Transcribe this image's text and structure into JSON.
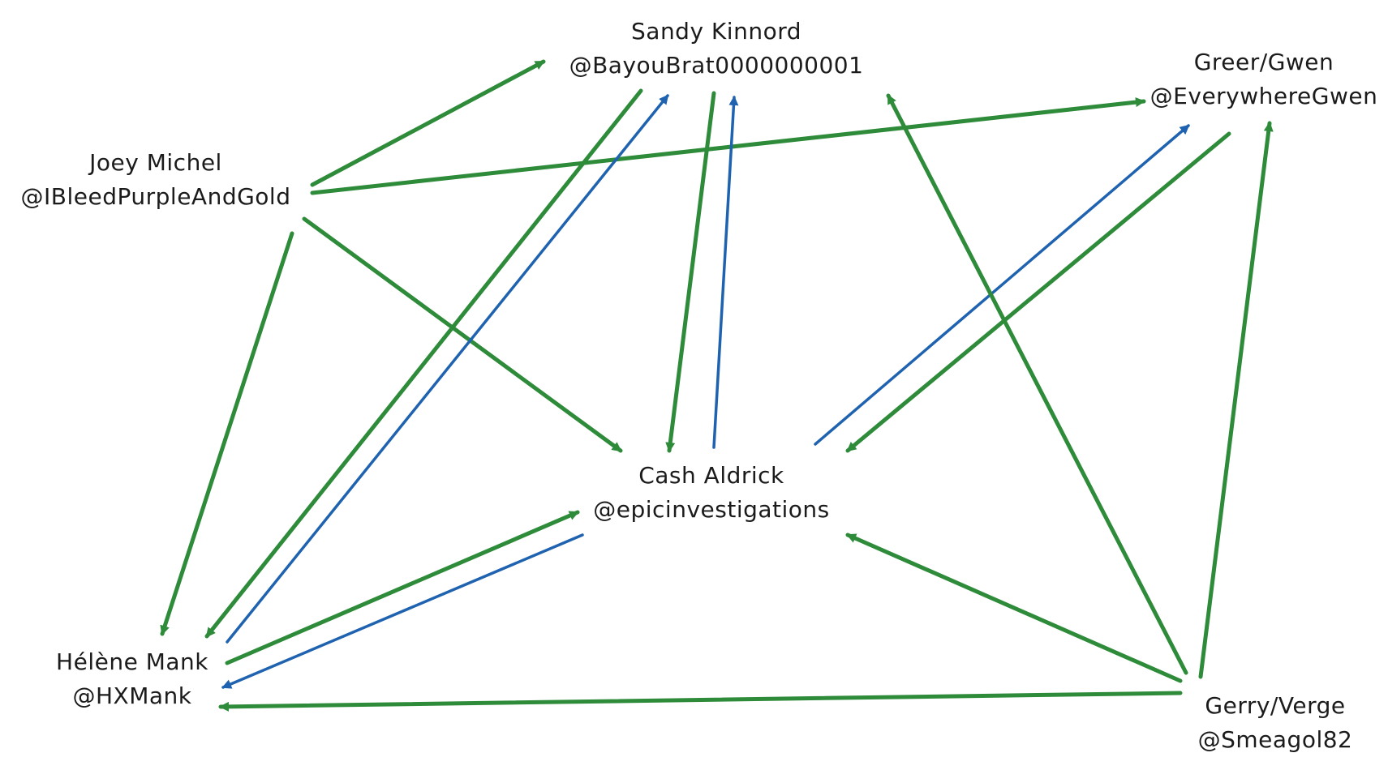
{
  "colors": {
    "green": "#2e8b3a",
    "blue": "#1f63b0",
    "text": "#1b1b1b",
    "background": "#ffffff"
  },
  "nodes": {
    "sandy": {
      "name": "Sandy Kinnord",
      "handle": "@BayouBrat0000000001"
    },
    "greer": {
      "name": "Greer/Gwen",
      "handle": "@EverywhereGwen"
    },
    "joey": {
      "name": "Joey Michel",
      "handle": "@IBleedPurpleAndGold"
    },
    "cash": {
      "name": "Cash Aldrick",
      "handle": "@epicinvestigations"
    },
    "helene": {
      "name": "Hélène Mank",
      "handle": "@HXMank"
    },
    "gerry": {
      "name": "Gerry/Verge",
      "handle": "@Smeagol82"
    }
  },
  "edges": [
    {
      "from": "joey",
      "to": "sandy",
      "color": "green"
    },
    {
      "from": "joey",
      "to": "greer",
      "color": "green"
    },
    {
      "from": "joey",
      "to": "cash",
      "color": "green"
    },
    {
      "from": "joey",
      "to": "helene",
      "color": "green"
    },
    {
      "from": "sandy",
      "to": "helene",
      "color": "green"
    },
    {
      "from": "helene",
      "to": "sandy",
      "color": "blue"
    },
    {
      "from": "sandy",
      "to": "cash",
      "color": "green"
    },
    {
      "from": "cash",
      "to": "sandy",
      "color": "blue"
    },
    {
      "from": "cash",
      "to": "greer",
      "color": "blue"
    },
    {
      "from": "greer",
      "to": "cash",
      "color": "green"
    },
    {
      "from": "helene",
      "to": "cash",
      "color": "green"
    },
    {
      "from": "cash",
      "to": "helene",
      "color": "blue"
    },
    {
      "from": "gerry",
      "to": "sandy",
      "color": "green"
    },
    {
      "from": "gerry",
      "to": "greer",
      "color": "green"
    },
    {
      "from": "gerry",
      "to": "cash",
      "color": "green"
    },
    {
      "from": "gerry",
      "to": "helene",
      "color": "green"
    }
  ]
}
